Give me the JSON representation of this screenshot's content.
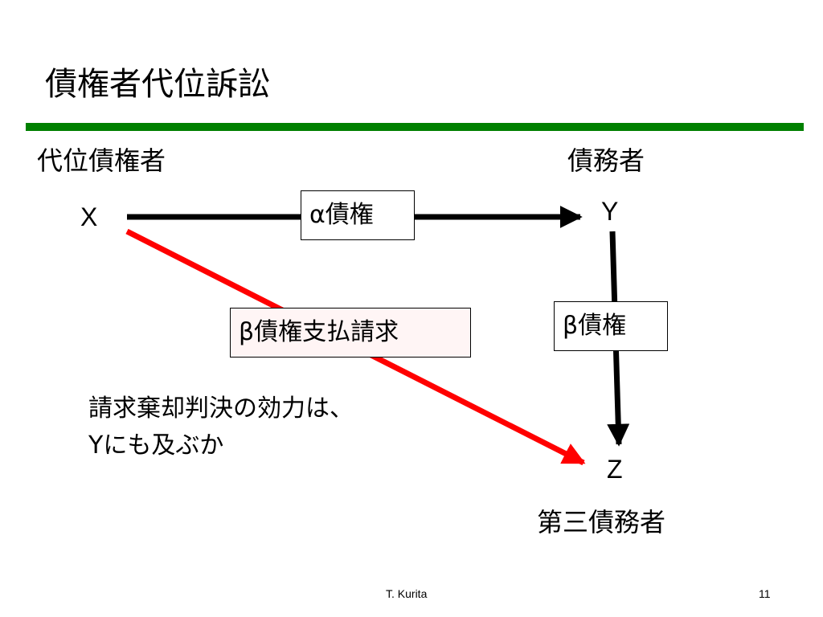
{
  "slide": {
    "title": "債権者代位訴訟",
    "accent_color": "#008000"
  },
  "roles": {
    "creditor": "代位債権者",
    "debtor": "債務者",
    "third_party_debtor": "第三債務者"
  },
  "parties": {
    "x": "X",
    "y": "Y",
    "z": "Z"
  },
  "claims": {
    "alpha": "α債権",
    "beta_payment_claim": "β債権支払請求",
    "beta": "β債権"
  },
  "arrow_colors": {
    "x_to_y": "#000000",
    "y_to_z": "#000000",
    "x_to_z": "#ff0000"
  },
  "question": {
    "line1": "請求棄却判決の効力は、",
    "line2": "Yにも及ぶか"
  },
  "footer": {
    "author": "T. Kurita",
    "page": "11"
  }
}
